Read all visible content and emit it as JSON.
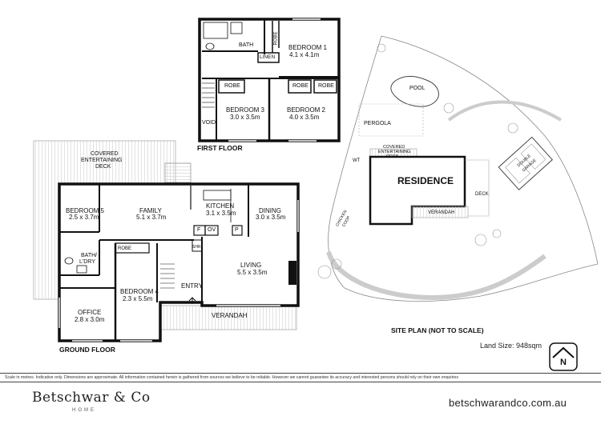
{
  "first_floor": {
    "title": "FIRST FLOOR",
    "rooms": {
      "bath": "BATH",
      "robe_vertical": "ROBE",
      "linen": "LINEN",
      "bedroom1_name": "BEDROOM 1",
      "bedroom1_size": "4.1 x 4.1m",
      "robe3": "ROBE",
      "robe2a": "ROBE",
      "robe2b": "ROBE",
      "bedroom3_name": "BEDROOM 3",
      "bedroom3_size": "3.0 x 3.5m",
      "bedroom2_name": "BEDROOM 2",
      "bedroom2_size": "4.0 x 3.5m",
      "void": "VOID"
    }
  },
  "ground_floor": {
    "title": "GROUND FLOOR",
    "rooms": {
      "deck_line1": "COVERED",
      "deck_line2": "ENTERTAINING",
      "deck_line3": "DECK",
      "bedroom5_name": "BEDROOM 5",
      "bedroom5_size": "2.5 x 3.7m",
      "family_name": "FAMILY",
      "family_size": "5.1 x 3.7m",
      "kitchen_name": "KITCHEN",
      "kitchen_size": "3.1 x 3.5m",
      "dining_name": "DINING",
      "dining_size": "3.0 x 3.5m",
      "fridge": "F",
      "oven": "OV",
      "pantry": "P",
      "bath_ldry_line1": "BATH/",
      "bath_ldry_line2": "L'DRY",
      "robe": "ROBE",
      "shower": "SHR",
      "bedroom4_name": "BEDROOM 4",
      "bedroom4_size": "2.3 x 5.5m",
      "entry": "ENTRY",
      "living_name": "LIVING",
      "living_size": "5.5 x 3.5m",
      "office_name": "OFFICE",
      "office_size": "2.8 x 3.0m",
      "verandah": "VERANDAH"
    }
  },
  "site_plan": {
    "title": "SITE PLAN (NOT TO SCALE)",
    "pool": "POOL",
    "pergola": "PERGOLA",
    "deck_line1": "COVERED",
    "deck_line2": "ENTERTAINING",
    "deck_line3": "DECK",
    "wt": "WT",
    "residence": "RESIDENCE",
    "verandah": "VERANDAH",
    "deck": "DECK",
    "chicken_coop_line1": "CHICKEN",
    "chicken_coop_line2": "COOP",
    "garage_line1": "DOUBLE",
    "garage_line2": "GARAGE"
  },
  "land_size": "Land Size:  948sqm",
  "compass_label": "N",
  "disclaimer": "Scale in metres. Indicative only. Dimensions are approximate. All information contained herein is gathered from sources we believe to be reliable. However we cannot guarantee its accuracy and interested persons should rely on their own enquiries",
  "brand_name": "Betschwar & Co",
  "brand_sub": "HOME",
  "website": "betschwarandco.com.au",
  "colors": {
    "wall": "#111111",
    "hatch": "#cfcfcf",
    "text": "#111111"
  },
  "icons": [
    "compass-north-icon",
    "stairs-icon",
    "tree-icon"
  ]
}
